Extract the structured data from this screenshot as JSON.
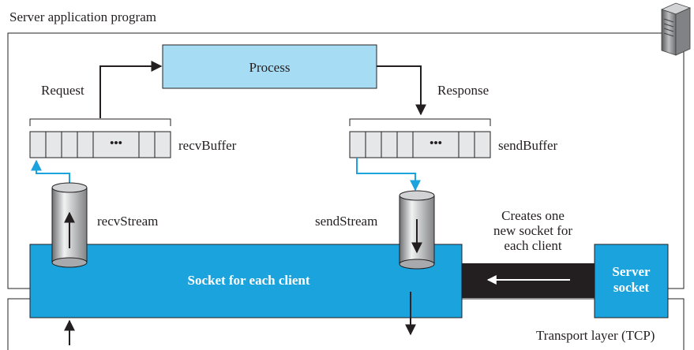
{
  "frame": {
    "title": "Server application program",
    "transport_label": "Transport layer (TCP)"
  },
  "process": {
    "label": "Process"
  },
  "arrows": {
    "request_label": "Request",
    "response_label": "Response"
  },
  "buffers": {
    "recv_label": "recvBuffer",
    "send_label": "sendBuffer",
    "ellipsis": "•••"
  },
  "streams": {
    "recv_label": "recvStream",
    "send_label": "sendStream"
  },
  "socket": {
    "client_label": "Socket for each client",
    "server_line1": "Server",
    "server_line2": "socket"
  },
  "creates_note": {
    "line1": "Creates one",
    "line2": "new socket for",
    "line3": "each client"
  },
  "colors": {
    "socket_fill": "#1aa3dd",
    "process_fill": "#a6dcf4",
    "buffer_fill": "#e6e7e8",
    "blue_arrow": "#1aa3dd",
    "connector": "#231f20"
  },
  "icons": {
    "server": "server-tower-icon"
  }
}
